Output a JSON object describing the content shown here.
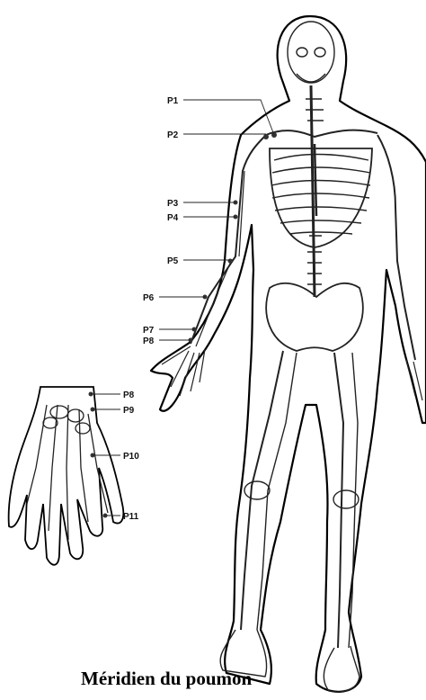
{
  "caption": "Méridien du poumon",
  "points": {
    "p1": "P1",
    "p2": "P2",
    "p3": "P3",
    "p4": "P4",
    "p5": "P5",
    "p6": "P6",
    "p7": "P7",
    "p8": "P8",
    "p8_hand": "P8",
    "p9": "P9",
    "p10": "P10",
    "p11": "P11"
  },
  "colors": {
    "ink": "#222222",
    "outline": "#000000",
    "point": "#333333",
    "background": "#ffffff"
  }
}
